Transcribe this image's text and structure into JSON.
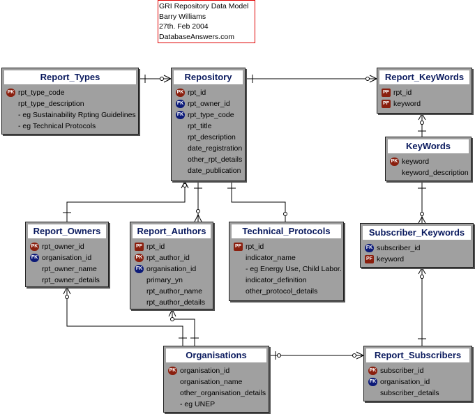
{
  "header": {
    "line1": "GRI Repository Data Model",
    "line2": "Barry Williams",
    "line3": "27th. Feb 2004",
    "line4": "DatabaseAnswers.com"
  },
  "key_labels": {
    "pk": "PK",
    "fk": "FK",
    "pf": "PF"
  },
  "entities": {
    "report_types": {
      "name": "Report_Types",
      "rows": [
        {
          "key": "PK",
          "text": "rpt_type_code"
        },
        {
          "key": "",
          "text": "rpt_type_description"
        },
        {
          "key": "",
          "text": "- eg Sustainability Rpting Guidelines"
        },
        {
          "key": "",
          "text": "- eg Technical Protocols"
        }
      ]
    },
    "repository": {
      "name": "Repository",
      "rows": [
        {
          "key": "PK",
          "text": "rpt_id"
        },
        {
          "key": "FK",
          "text": "rpt_owner_id"
        },
        {
          "key": "FK",
          "text": "rpt_type_code"
        },
        {
          "key": "",
          "text": "rpt_title"
        },
        {
          "key": "",
          "text": "rpt_description"
        },
        {
          "key": "",
          "text": "date_registration"
        },
        {
          "key": "",
          "text": "other_rpt_details"
        },
        {
          "key": "",
          "text": "date_publication"
        }
      ]
    },
    "report_keywords": {
      "name": "Report_KeyWords",
      "rows": [
        {
          "key": "PF",
          "text": "rpt_id"
        },
        {
          "key": "PF",
          "text": "keyword"
        }
      ]
    },
    "keywords": {
      "name": "KeyWords",
      "rows": [
        {
          "key": "PK",
          "text": "keyword"
        },
        {
          "key": "",
          "text": "keyword_description"
        }
      ]
    },
    "report_owners": {
      "name": "Report_Owners",
      "rows": [
        {
          "key": "PK",
          "text": "rpt_owner_id"
        },
        {
          "key": "FK",
          "text": "organisation_id"
        },
        {
          "key": "",
          "text": "rpt_owner_name"
        },
        {
          "key": "",
          "text": "rpt_owner_details"
        }
      ]
    },
    "report_authors": {
      "name": "Report_Authors",
      "rows": [
        {
          "key": "PF",
          "text": "rpt_id"
        },
        {
          "key": "PK",
          "text": "rpt_author_id"
        },
        {
          "key": "FK",
          "text": "organisation_id"
        },
        {
          "key": "",
          "text": "primary_yn"
        },
        {
          "key": "",
          "text": "rpt_author_name"
        },
        {
          "key": "",
          "text": "rpt_author_details"
        }
      ]
    },
    "technical_protocols": {
      "name": "Technical_Protocols",
      "rows": [
        {
          "key": "PF",
          "text": "rpt_id"
        },
        {
          "key": "",
          "text": "indicator_name"
        },
        {
          "key": "",
          "text": "- eg Energy Use, Child Labor."
        },
        {
          "key": "",
          "text": "indicator_definition"
        },
        {
          "key": "",
          "text": "other_protocol_details"
        }
      ]
    },
    "subscriber_keywords": {
      "name": "Subscriber_Keywords",
      "rows": [
        {
          "key": "FK",
          "text": "subscriber_id"
        },
        {
          "key": "PF",
          "text": "keyword"
        }
      ]
    },
    "organisations": {
      "name": "Organisations",
      "rows": [
        {
          "key": "PK",
          "text": "organisation_id"
        },
        {
          "key": "",
          "text": "organisation_name"
        },
        {
          "key": "",
          "text": "other_organisation_details"
        },
        {
          "key": "",
          "text": "- eg UNEP"
        }
      ]
    },
    "report_subscribers": {
      "name": "Report_Subscribers",
      "rows": [
        {
          "key": "PK",
          "text": "subscriber_id"
        },
        {
          "key": "FK",
          "text": "organisation_id"
        },
        {
          "key": "",
          "text": "subscriber_details"
        }
      ]
    }
  }
}
